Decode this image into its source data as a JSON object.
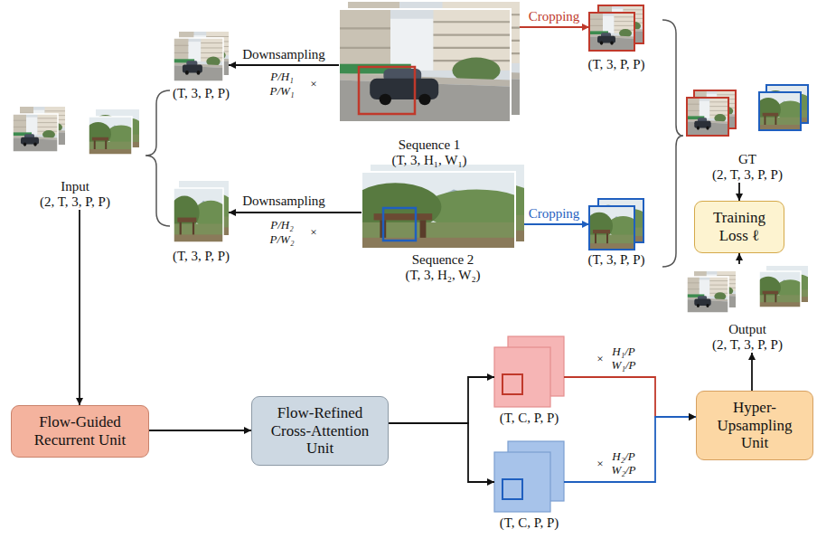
{
  "diagram": {
    "nodes": [
      {
        "text": [
          "Input",
          "(2, T, 3, P, P)"
        ]
      },
      {
        "text": [
          "(T, 3, P, P)"
        ]
      },
      {
        "text": [
          "Sequence 1",
          "(T, 3, H₁, W₁)"
        ]
      },
      {
        "text": [
          "(T, 3, P, P)"
        ]
      },
      {
        "text": [
          "(T, 3, P, P)"
        ]
      },
      {
        "text": [
          "Sequence 2",
          "(T, 3, H₂, W₂)"
        ]
      },
      {
        "text": [
          "(T, 3, P, P)"
        ]
      },
      {
        "text": [
          "GT",
          "(2, T, 3, P, P)"
        ]
      },
      {
        "text": [
          "Training Loss ℓ"
        ]
      },
      {
        "text": [
          "Output",
          "(2, T, 3, P, P)"
        ]
      },
      {
        "text": [
          "Flow-Guided Recurrent Unit"
        ]
      },
      {
        "text": [
          "Flow-Refined Cross-Attention Unit"
        ]
      },
      {
        "text": [
          "(T, C, P, P)"
        ]
      },
      {
        "text": [
          "(T, C, P, P)"
        ]
      },
      {
        "text": [
          "Hyper-Upsampling Unit"
        ]
      }
    ],
    "edges": [
      {
        "from": 2,
        "to": 1,
        "arrow": "to",
        "label": "Downsampling"
      },
      {
        "from": 2,
        "to": 3,
        "arrow": "to",
        "label": "Cropping"
      },
      {
        "from": 5,
        "to": 4,
        "arrow": "to",
        "label": "Downsampling"
      },
      {
        "from": 5,
        "to": 6,
        "arrow": "to",
        "label": "Cropping"
      },
      {
        "from": 7,
        "to": 8,
        "arrow": "to"
      },
      {
        "from": 9,
        "to": 8,
        "arrow": "to"
      },
      {
        "from": 0,
        "to": 10,
        "arrow": "to"
      },
      {
        "from": 10,
        "to": 11,
        "arrow": "to"
      },
      {
        "from": 11,
        "to": 12,
        "arrow": "to"
      },
      {
        "from": 11,
        "to": 13,
        "arrow": "to"
      },
      {
        "from": 12,
        "to": 14,
        "arrow": "to"
      },
      {
        "from": 13,
        "to": 14,
        "arrow": "to"
      },
      {
        "from": 14,
        "to": 9,
        "arrow": "to"
      }
    ],
    "labels": [
      "P/H₁",
      "P/W₁",
      "×",
      "P/H₂",
      "P/W₂",
      "×",
      "×",
      "H₁/P",
      "W₁/P",
      "×",
      "H₂/P",
      "W₂/P"
    ]
  }
}
